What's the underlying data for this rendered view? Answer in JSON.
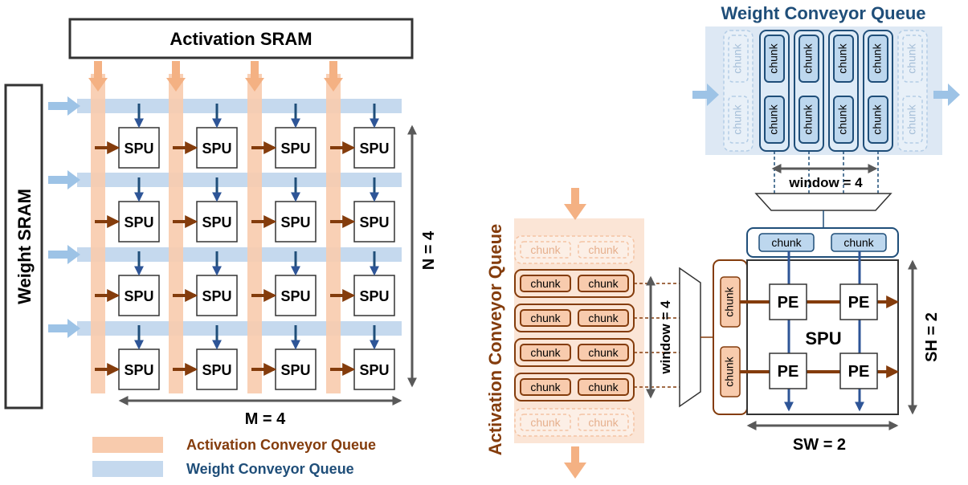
{
  "left": {
    "activation_sram_label": "Activation SRAM",
    "weight_sram_label": "Weight SRAM",
    "spu_label": "SPU",
    "n_label": "N = 4",
    "m_label": "M = 4",
    "rows": 4,
    "cols": 4
  },
  "legend": {
    "activation": "Activation Conveyor Queue",
    "weight": "Weight Conveyor Queue"
  },
  "right": {
    "weight_queue_title": "Weight Conveyor Queue",
    "activation_queue_title": "Activation Conveyor Queue",
    "chunk_label": "chunk",
    "weight_window_label": "window = 4",
    "activation_window_label": "window = 4",
    "pe_label": "PE",
    "spu_label": "SPU",
    "sh_label": "SH = 2",
    "sw_label": "SW = 2"
  },
  "colors": {
    "activation_band": "#f8cbad",
    "activation_arrow": "#843c0c",
    "activation_title": "#843c0c",
    "weight_band": "#c5d9ee",
    "weight_arrow": "#1f4e79",
    "weight_title": "#1f4e79",
    "gray": "#595959"
  }
}
